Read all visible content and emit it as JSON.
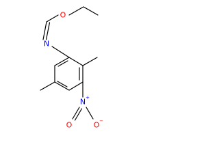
{
  "molecule": {
    "atoms": {
      "ether_oxygen": {
        "symbol": "O",
        "color": "#ff0000"
      },
      "imine_nitrogen": {
        "symbol": "N",
        "color": "#0000ff"
      },
      "nitro_nitrogen": {
        "symbol": "N",
        "color": "#0000ff",
        "charge": "+"
      },
      "nitro_oxygen_double": {
        "symbol": "O",
        "color": "#ff0000"
      },
      "nitro_oxygen_single": {
        "symbol": "O",
        "color": "#ff0000",
        "charge": "−"
      }
    },
    "bond_color": "#000000"
  }
}
